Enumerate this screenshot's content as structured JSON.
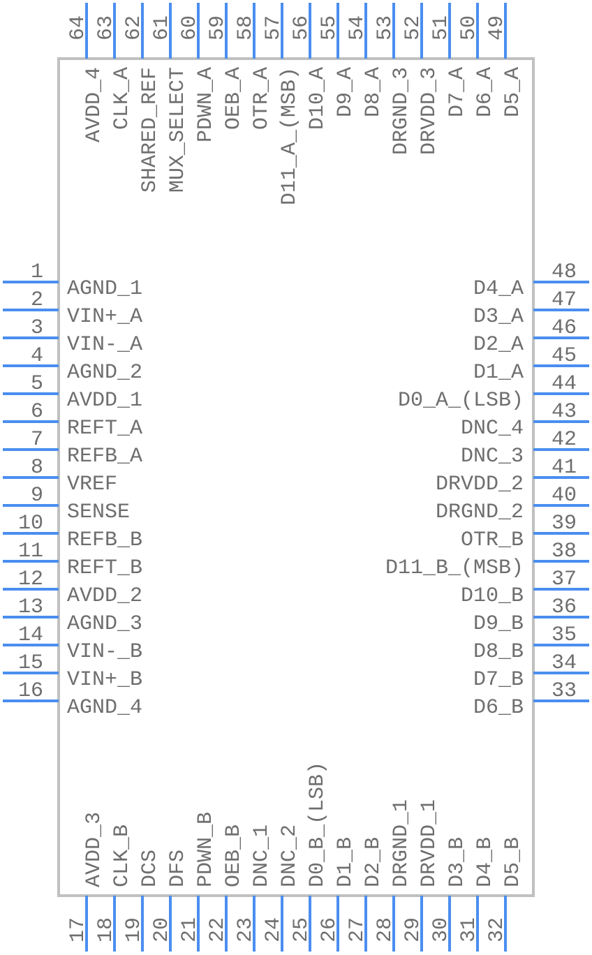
{
  "component": {
    "type": "IC schematic symbol",
    "pin_count": 64,
    "colors": {
      "pin": "#4a8ef0",
      "body_outline": "#c0c0c0",
      "text": "#6e6e6e",
      "background": "#ffffff"
    }
  },
  "pins": {
    "left": [
      {
        "number": "1",
        "name": "AGND_1"
      },
      {
        "number": "2",
        "name": "VIN+_A"
      },
      {
        "number": "3",
        "name": "VIN-_A"
      },
      {
        "number": "4",
        "name": "AGND_2"
      },
      {
        "number": "5",
        "name": "AVDD_1"
      },
      {
        "number": "6",
        "name": "REFT_A"
      },
      {
        "number": "7",
        "name": "REFB_A"
      },
      {
        "number": "8",
        "name": "VREF"
      },
      {
        "number": "9",
        "name": "SENSE"
      },
      {
        "number": "10",
        "name": "REFB_B"
      },
      {
        "number": "11",
        "name": "REFT_B"
      },
      {
        "number": "12",
        "name": "AVDD_2"
      },
      {
        "number": "13",
        "name": "AGND_3"
      },
      {
        "number": "14",
        "name": "VIN-_B"
      },
      {
        "number": "15",
        "name": "VIN+_B"
      },
      {
        "number": "16",
        "name": "AGND_4"
      }
    ],
    "bottom": [
      {
        "number": "17",
        "name": "AVDD_3"
      },
      {
        "number": "18",
        "name": "CLK_B"
      },
      {
        "number": "19",
        "name": "DCS"
      },
      {
        "number": "20",
        "name": "DFS"
      },
      {
        "number": "21",
        "name": "PDWN_B"
      },
      {
        "number": "22",
        "name": "OEB_B"
      },
      {
        "number": "23",
        "name": "DNC_1"
      },
      {
        "number": "24",
        "name": "DNC_2"
      },
      {
        "number": "25",
        "name": "D0_B_(LSB)"
      },
      {
        "number": "26",
        "name": "D1_B"
      },
      {
        "number": "27",
        "name": "D2_B"
      },
      {
        "number": "28",
        "name": "DRGND_1"
      },
      {
        "number": "29",
        "name": "DRVDD_1"
      },
      {
        "number": "30",
        "name": "D3_B"
      },
      {
        "number": "31",
        "name": "D4_B"
      },
      {
        "number": "32",
        "name": "D5_B"
      }
    ],
    "right": [
      {
        "number": "33",
        "name": "D6_B"
      },
      {
        "number": "34",
        "name": "D7_B"
      },
      {
        "number": "35",
        "name": "D8_B"
      },
      {
        "number": "36",
        "name": "D9_B"
      },
      {
        "number": "37",
        "name": "D10_B"
      },
      {
        "number": "38",
        "name": "D11_B_(MSB)"
      },
      {
        "number": "39",
        "name": "OTR_B"
      },
      {
        "number": "40",
        "name": "DRGND_2"
      },
      {
        "number": "41",
        "name": "DRVDD_2"
      },
      {
        "number": "42",
        "name": "DNC_3"
      },
      {
        "number": "43",
        "name": "DNC_4"
      },
      {
        "number": "44",
        "name": "D0_A_(LSB)"
      },
      {
        "number": "45",
        "name": "D1_A"
      },
      {
        "number": "46",
        "name": "D2_A"
      },
      {
        "number": "47",
        "name": "D3_A"
      },
      {
        "number": "48",
        "name": "D4_A"
      }
    ],
    "top": [
      {
        "number": "49",
        "name": "D5_A"
      },
      {
        "number": "50",
        "name": "D6_A"
      },
      {
        "number": "51",
        "name": "D7_A"
      },
      {
        "number": "52",
        "name": "DRVDD_3"
      },
      {
        "number": "53",
        "name": "DRGND_3"
      },
      {
        "number": "54",
        "name": "D8_A"
      },
      {
        "number": "55",
        "name": "D9_A"
      },
      {
        "number": "56",
        "name": "D10_A"
      },
      {
        "number": "57",
        "name": "D11_A_(MSB)"
      },
      {
        "number": "58",
        "name": "OTR_A"
      },
      {
        "number": "59",
        "name": "OEB_A"
      },
      {
        "number": "60",
        "name": "PDWN_A"
      },
      {
        "number": "61",
        "name": "MUX_SELECT"
      },
      {
        "number": "62",
        "name": "SHARED_REF"
      },
      {
        "number": "63",
        "name": "CLK_A"
      },
      {
        "number": "64",
        "name": "AVDD_4"
      }
    ]
  }
}
